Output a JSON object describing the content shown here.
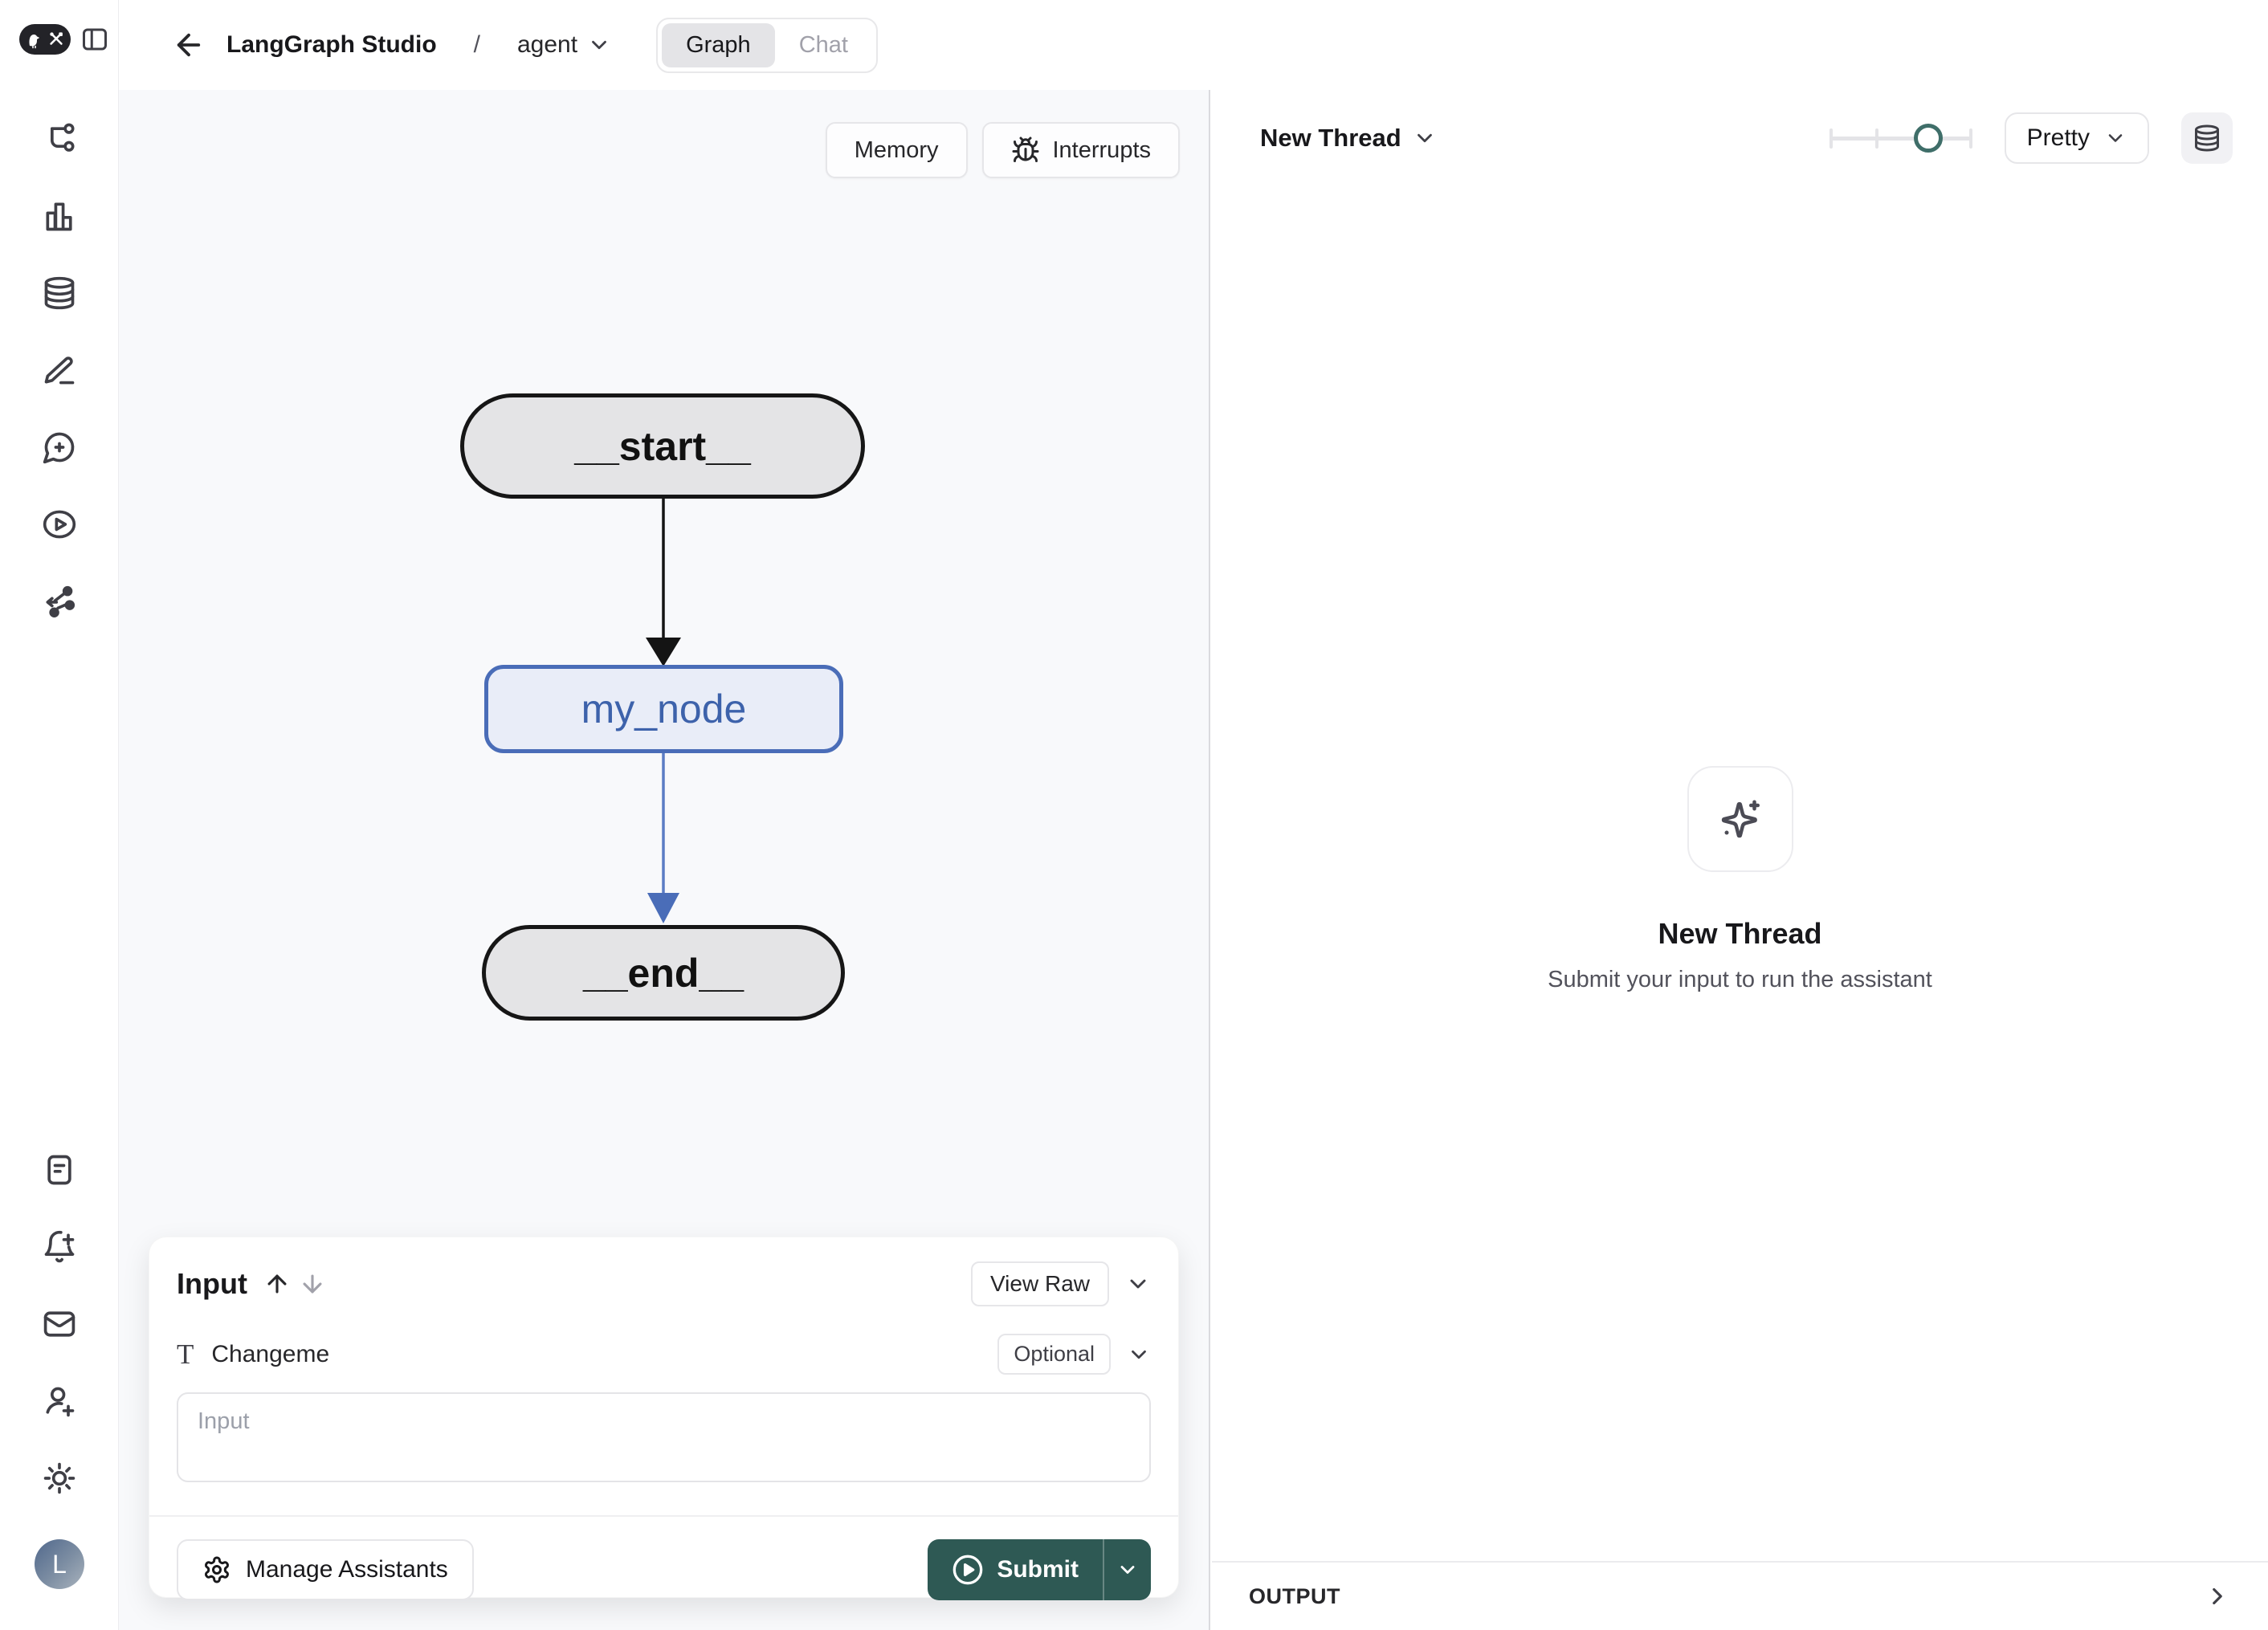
{
  "colors": {
    "accent_teal": "#2e5954",
    "slider_handle_teal": "#3f6e69",
    "node_blue_border": "#4a6db8",
    "node_blue_fill": "#e9edf8",
    "node_blue_text": "#3d62ab",
    "node_gray_fill": "#e4e4e6",
    "canvas_bg": "#f8f9fb",
    "border_gray": "#e4e4e7"
  },
  "sidebar": {
    "logo_icon": "langchain-tools-logo",
    "panel_toggle_icon": "panel-left-icon",
    "top_icons": [
      "trace-fork-icon",
      "bar-chart-icon",
      "database-icon",
      "pencil-line-icon",
      "message-plus-icon",
      "play-oval-icon",
      "share-network-icon"
    ],
    "bottom_icons": [
      "file-text-icon",
      "bell-plus-icon",
      "mail-icon",
      "user-plus-icon",
      "sun-icon"
    ],
    "avatar_initial": "L"
  },
  "header": {
    "back_icon": "arrow-left-icon",
    "title": "LangGraph Studio",
    "separator": "/",
    "assistant_name": "agent",
    "tabs": [
      {
        "label": "Graph",
        "active": true
      },
      {
        "label": "Chat",
        "active": false
      }
    ]
  },
  "canvas": {
    "toolbar": {
      "memory_label": "Memory",
      "interrupts_label": "Interrupts",
      "interrupts_icon": "bug-icon"
    },
    "graph": {
      "nodes": [
        {
          "id": "start",
          "label": "__start__",
          "shape": "pill"
        },
        {
          "id": "my_node",
          "label": "my_node",
          "shape": "box"
        },
        {
          "id": "end",
          "label": "__end__",
          "shape": "pill"
        }
      ],
      "edges": [
        {
          "from": "__start__",
          "to": "my_node",
          "color": "#141414"
        },
        {
          "from": "my_node",
          "to": "__end__",
          "color": "#4a6db8"
        }
      ]
    }
  },
  "input_panel": {
    "title": "Input",
    "view_raw_label": "View Raw",
    "field": {
      "type_icon": "text-type-icon",
      "label": "Changeme",
      "badge": "Optional",
      "input_placeholder": "Input",
      "input_value": ""
    },
    "manage_assistants_label": "Manage Assistants",
    "submit_label": "Submit"
  },
  "thread_panel": {
    "thread_selector_label": "New Thread",
    "render_mode": "Pretty",
    "zoom_slider_pct": 69,
    "data_icon": "database-icon",
    "empty_state": {
      "icon": "sparkles-icon",
      "title": "New Thread",
      "subtitle": "Submit your input to run the assistant"
    },
    "output": {
      "label": "OUTPUT",
      "expand_icon": "chevron-right-icon"
    }
  }
}
